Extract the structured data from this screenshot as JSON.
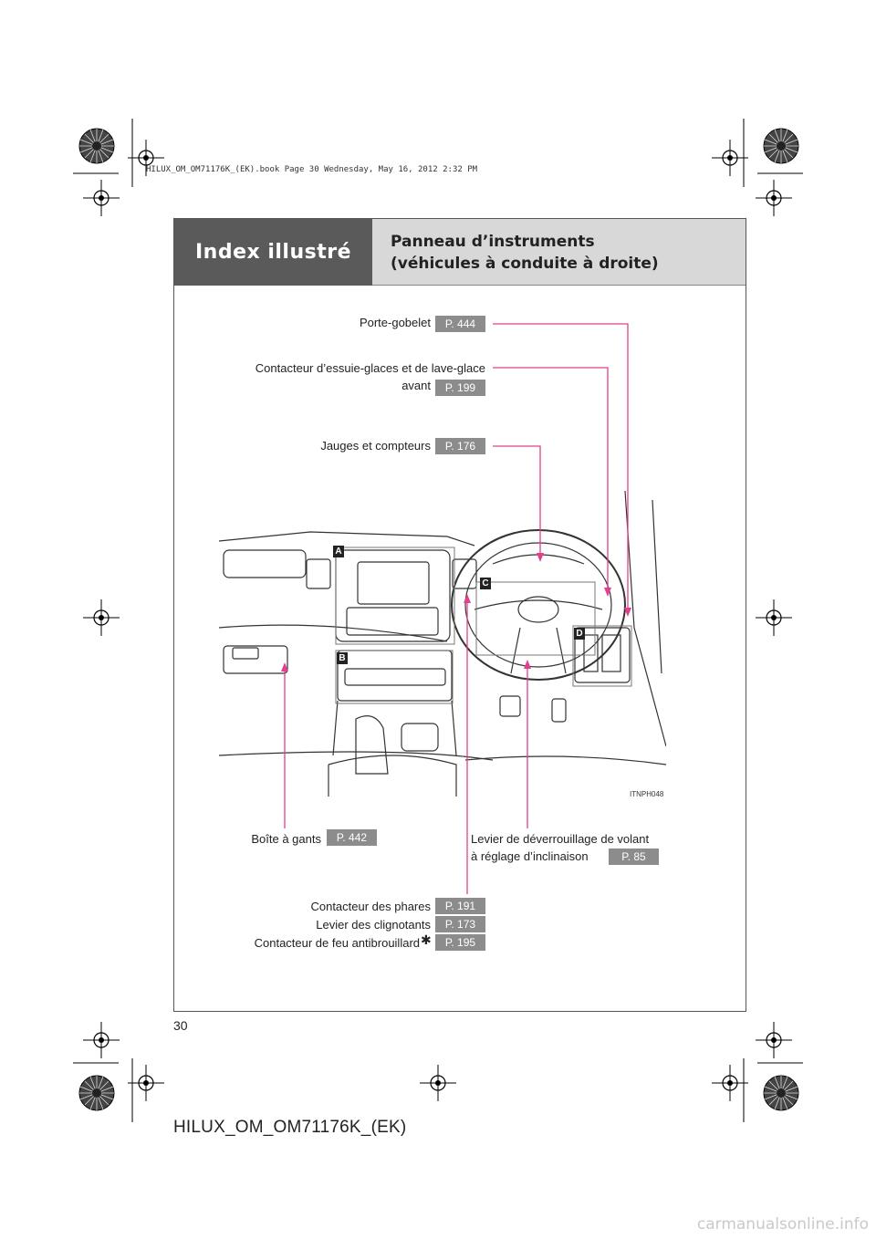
{
  "print_header": "HILUX_OM_OM71176K_(EK).book  Page 30  Wednesday, May 16, 2012  2:32 PM",
  "section": "Index illustré",
  "title_line1": "Panneau d’instruments",
  "title_line2": "(véhicules à conduite à droite)",
  "callouts": {
    "cup_holder": {
      "label": "Porte-gobelet",
      "page": "P. 444"
    },
    "wiper_line1": "Contacteur d’essuie-glaces et de lave-glace",
    "wiper_line2": "avant",
    "wiper_page": "P. 199",
    "gauges": {
      "label": "Jauges et compteurs",
      "page": "P. 176"
    },
    "glovebox": {
      "label": "Boîte à gants",
      "page": "P. 442"
    },
    "tilt_line1": "Levier de déverrouillage de volant",
    "tilt_line2": "à réglage d’inclinaison",
    "tilt_page": "P. 85",
    "headlight": {
      "label": "Contacteur des phares",
      "page": "P. 191"
    },
    "turn": {
      "label": "Levier des clignotants",
      "page": "P. 173"
    },
    "fog": {
      "label": "Contacteur de feu antibrouillard",
      "page": "P. 195"
    }
  },
  "asterisk": "✱",
  "zones": [
    "A",
    "B",
    "C",
    "D"
  ],
  "image_code": "ITNPH048",
  "page_number": "30",
  "footer": "HILUX_OM_OM71176K_(EK)",
  "watermark": "carmanualsonline.info",
  "colors": {
    "callout_line": "#e0408c",
    "header_dark": "#5a5a5a",
    "header_light": "#d8d8d8",
    "page_ref": "#8c8c8c"
  },
  "icons": [
    "registration-mark-icon",
    "crosshair-icon"
  ]
}
